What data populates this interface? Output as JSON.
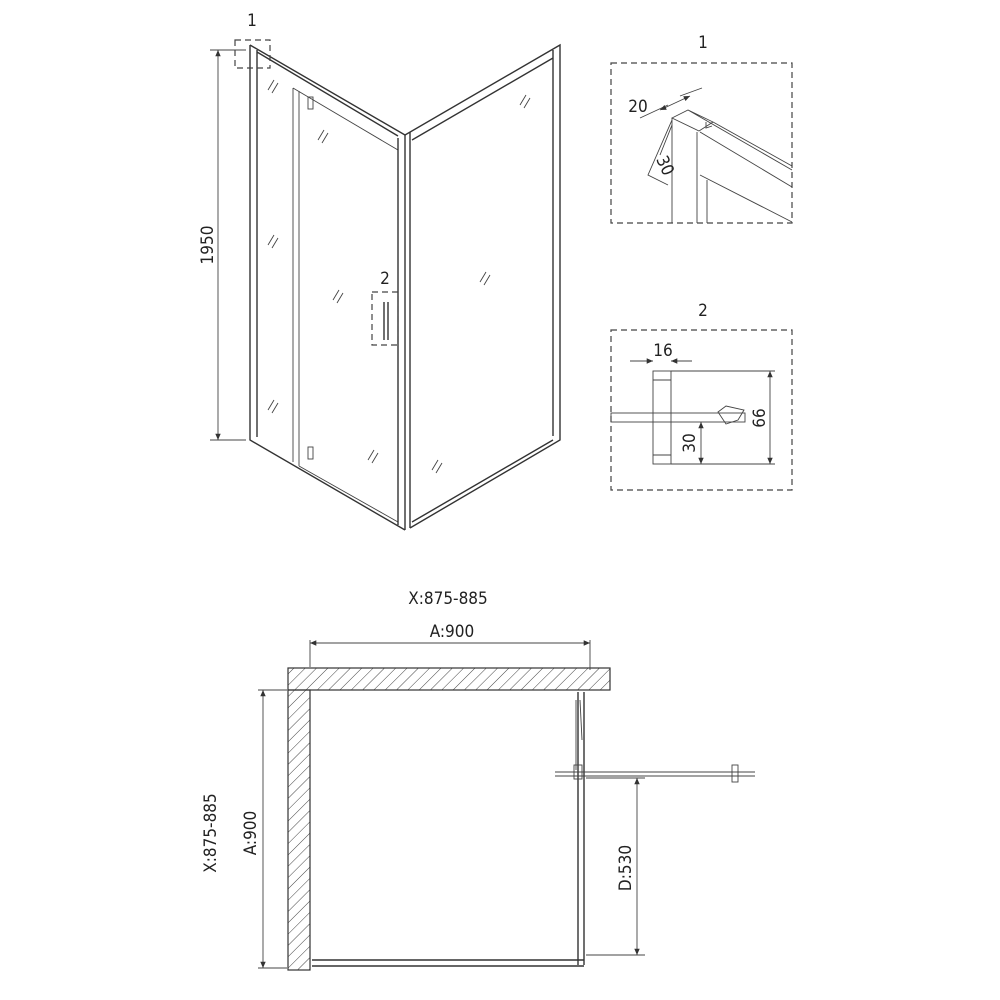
{
  "perspective": {
    "height_dim": "1950",
    "callout_1": "1",
    "callout_2": "2"
  },
  "detail_1": {
    "title": "1",
    "dim_width": "20",
    "dim_depth": "30"
  },
  "detail_2": {
    "title": "2",
    "dim_width": "16",
    "dim_height": "66",
    "dim_offset": "30"
  },
  "plan": {
    "top_range": "X:875-885",
    "top_nominal": "A:900",
    "left_range": "X:875-885",
    "left_nominal": "A:900",
    "door_offset": "D:530"
  }
}
